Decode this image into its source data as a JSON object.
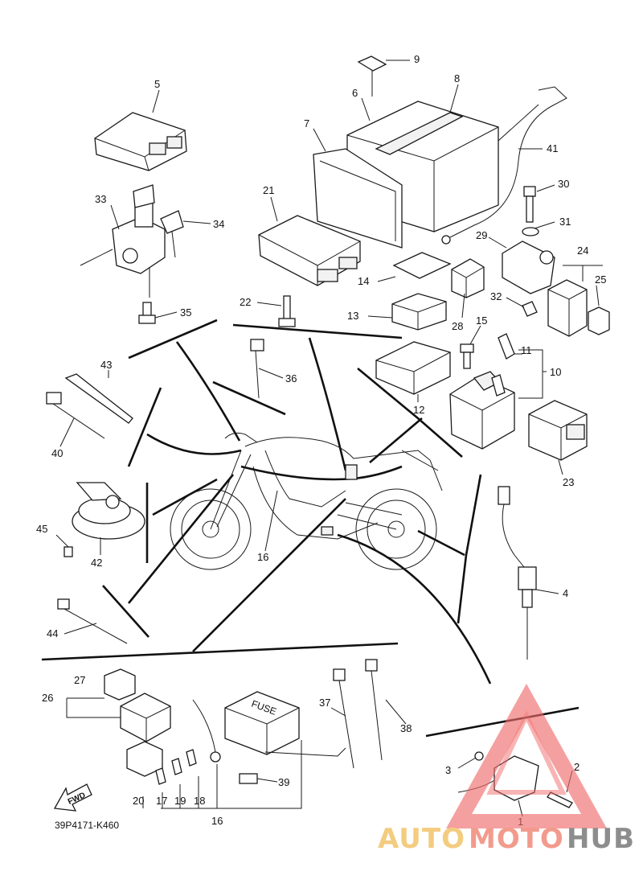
{
  "diagram": {
    "code": "39P4171-K460",
    "fwd_label": "FWD",
    "fuse_label": "FUSE",
    "callouts": [
      "1",
      "2",
      "3",
      "4",
      "5",
      "6",
      "7",
      "8",
      "9",
      "10",
      "11",
      "12",
      "13",
      "14",
      "15",
      "16",
      "17",
      "18",
      "19",
      "20",
      "21",
      "22",
      "23",
      "24",
      "25",
      "26",
      "27",
      "28",
      "29",
      "30",
      "31",
      "32",
      "33",
      "34",
      "35",
      "36",
      "37",
      "38",
      "39",
      "40",
      "41",
      "42",
      "43",
      "44",
      "45"
    ]
  },
  "watermark": {
    "part1": "AUTO",
    "part2": "MOTO",
    "part3": "HUB",
    "colors": {
      "auto": "#f2c46b",
      "moto": "#f08a7a",
      "hub": "#7a7a7a",
      "triangle": "#f06b6b"
    }
  }
}
